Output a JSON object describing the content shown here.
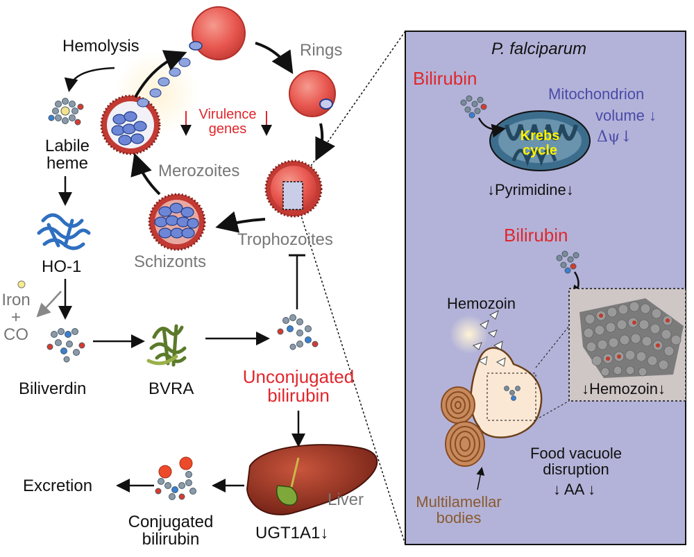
{
  "left": {
    "hemolysis": "Hemolysis",
    "rings": "Rings",
    "merozoites": "Merozoites",
    "schizonts": "Schizonts",
    "trophozoites": "Trophozoites",
    "virulence_line1": "Virulence",
    "virulence_line2": "genes",
    "labile_line1": "Labile",
    "labile_line2": "heme",
    "ho1": "HO-1",
    "iron": "Iron",
    "plus": "+",
    "co": "CO",
    "biliverdin": "Biliverdin",
    "bvra": "BVRA",
    "unconj_line1": "Unconjugated",
    "unconj_line2": "bilirubin",
    "liver": "Liver",
    "ugt": "UGT1A1↓",
    "excretion": "Excretion",
    "conj_line1": "Conjugated",
    "conj_line2": "bilirubin"
  },
  "panel": {
    "title": "P. falciparum",
    "bilirubin_top": "Bilirubin",
    "mito_line1": "Mitochondrion",
    "mito_line2": "volume ↓",
    "mito_line3": "Δψ↓",
    "krebs_line1": "Krebs",
    "krebs_line2": "cycle",
    "pyrimidine": "↓Pyrimidine↓",
    "bilirubin_mid": "Bilirubin",
    "hemozoin_label": "Hemozoin",
    "hemozoin_down": "↓Hemozoin↓",
    "food_line1": "Food vacuole",
    "food_line2": "disruption",
    "aa": "↓ AA ↓",
    "multi_line1": "Multilamellar",
    "multi_line2": "bodies"
  },
  "colors": {
    "panel_bg": "#b3b3d9",
    "rbc": "#e8574f",
    "mitochondrion": "#3d6d8c",
    "vacuole": "#fbe8d4",
    "label_red": "#e0262b",
    "label_gray": "#777777",
    "mito_text": "#4a4aa8",
    "krebs_text": "#fff200",
    "multilamellar_text": "#8a5a2e"
  }
}
